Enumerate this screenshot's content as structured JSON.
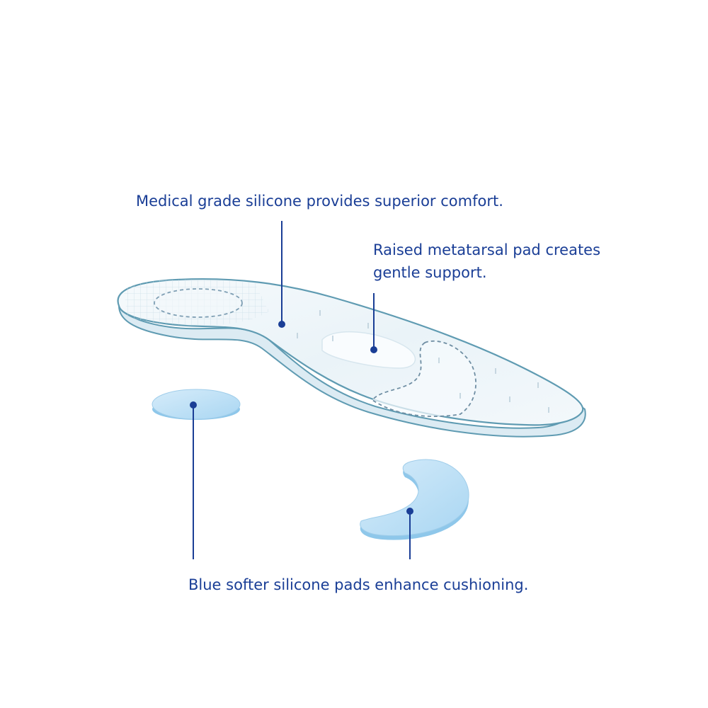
{
  "callouts": {
    "silicone": "Medical grade silicone provides superior comfort.",
    "metatarsal": {
      "line1": "Raised metatarsal pad creates",
      "line2": "gentle support."
    },
    "pads": "Blue softer silicone pads enhance cushioning."
  },
  "colors": {
    "label_text": "#1a3e96",
    "leader_line": "#1a3e96",
    "insole_outline": "#5f9bb2",
    "insole_fill": "#eaf3f8",
    "pad_fill": "#bcdff5",
    "pad_edge": "#8ec7ea"
  }
}
